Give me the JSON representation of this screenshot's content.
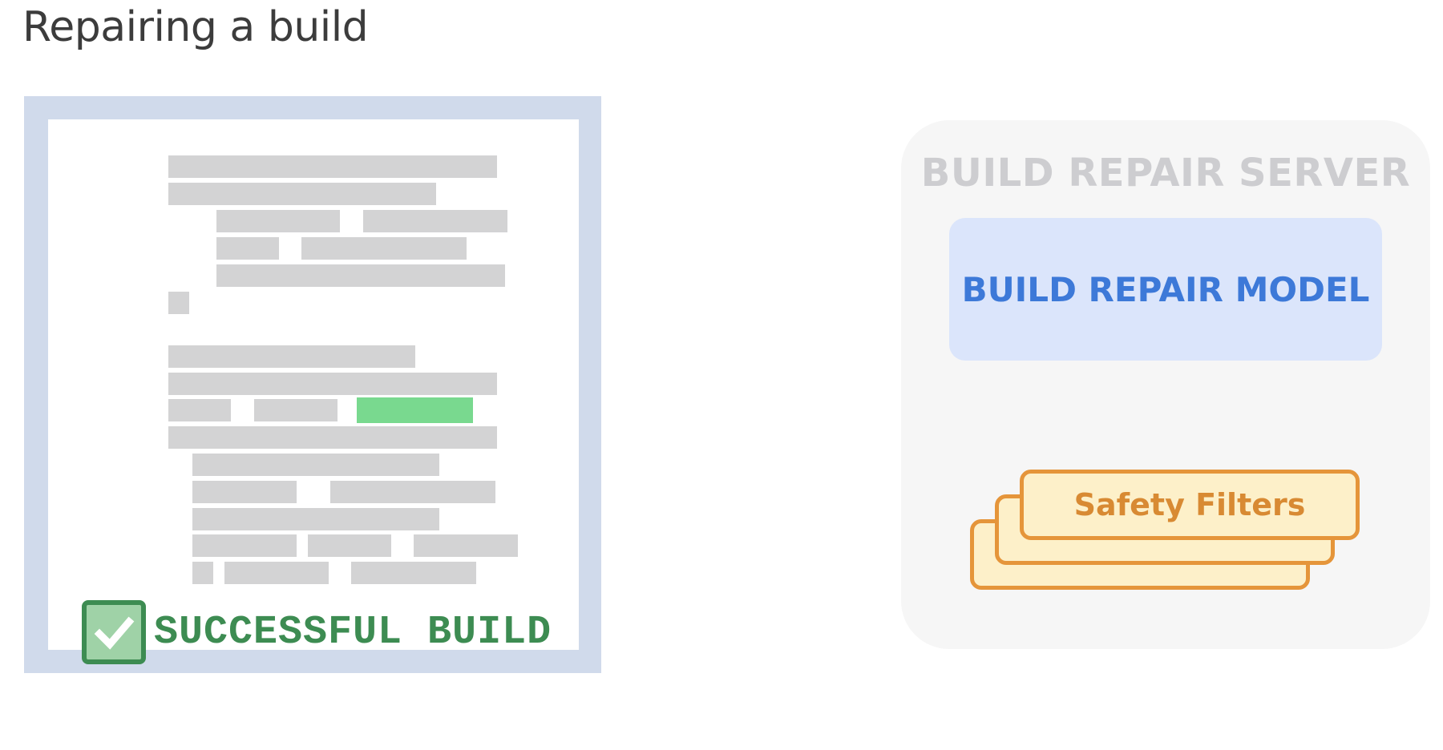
{
  "title": "Repairing a build",
  "build_log": {
    "status_label": "SUCCESSFUL BUILD",
    "status_icon": "checkmark-icon",
    "colors": {
      "frame": "#d0daeb",
      "line": "#d3d3d4",
      "highlight": "#79d98f",
      "status": "#3d8c52"
    }
  },
  "server": {
    "title": "BUILD REPAIR SERVER",
    "model_label": "BUILD REPAIR MODEL",
    "filters_label": "Safety Filters",
    "colors": {
      "model_bg": "#dbe5fb",
      "model_text": "#3d79d8",
      "filter_bg": "#fdf0c9",
      "filter_border": "#e5953a"
    }
  }
}
